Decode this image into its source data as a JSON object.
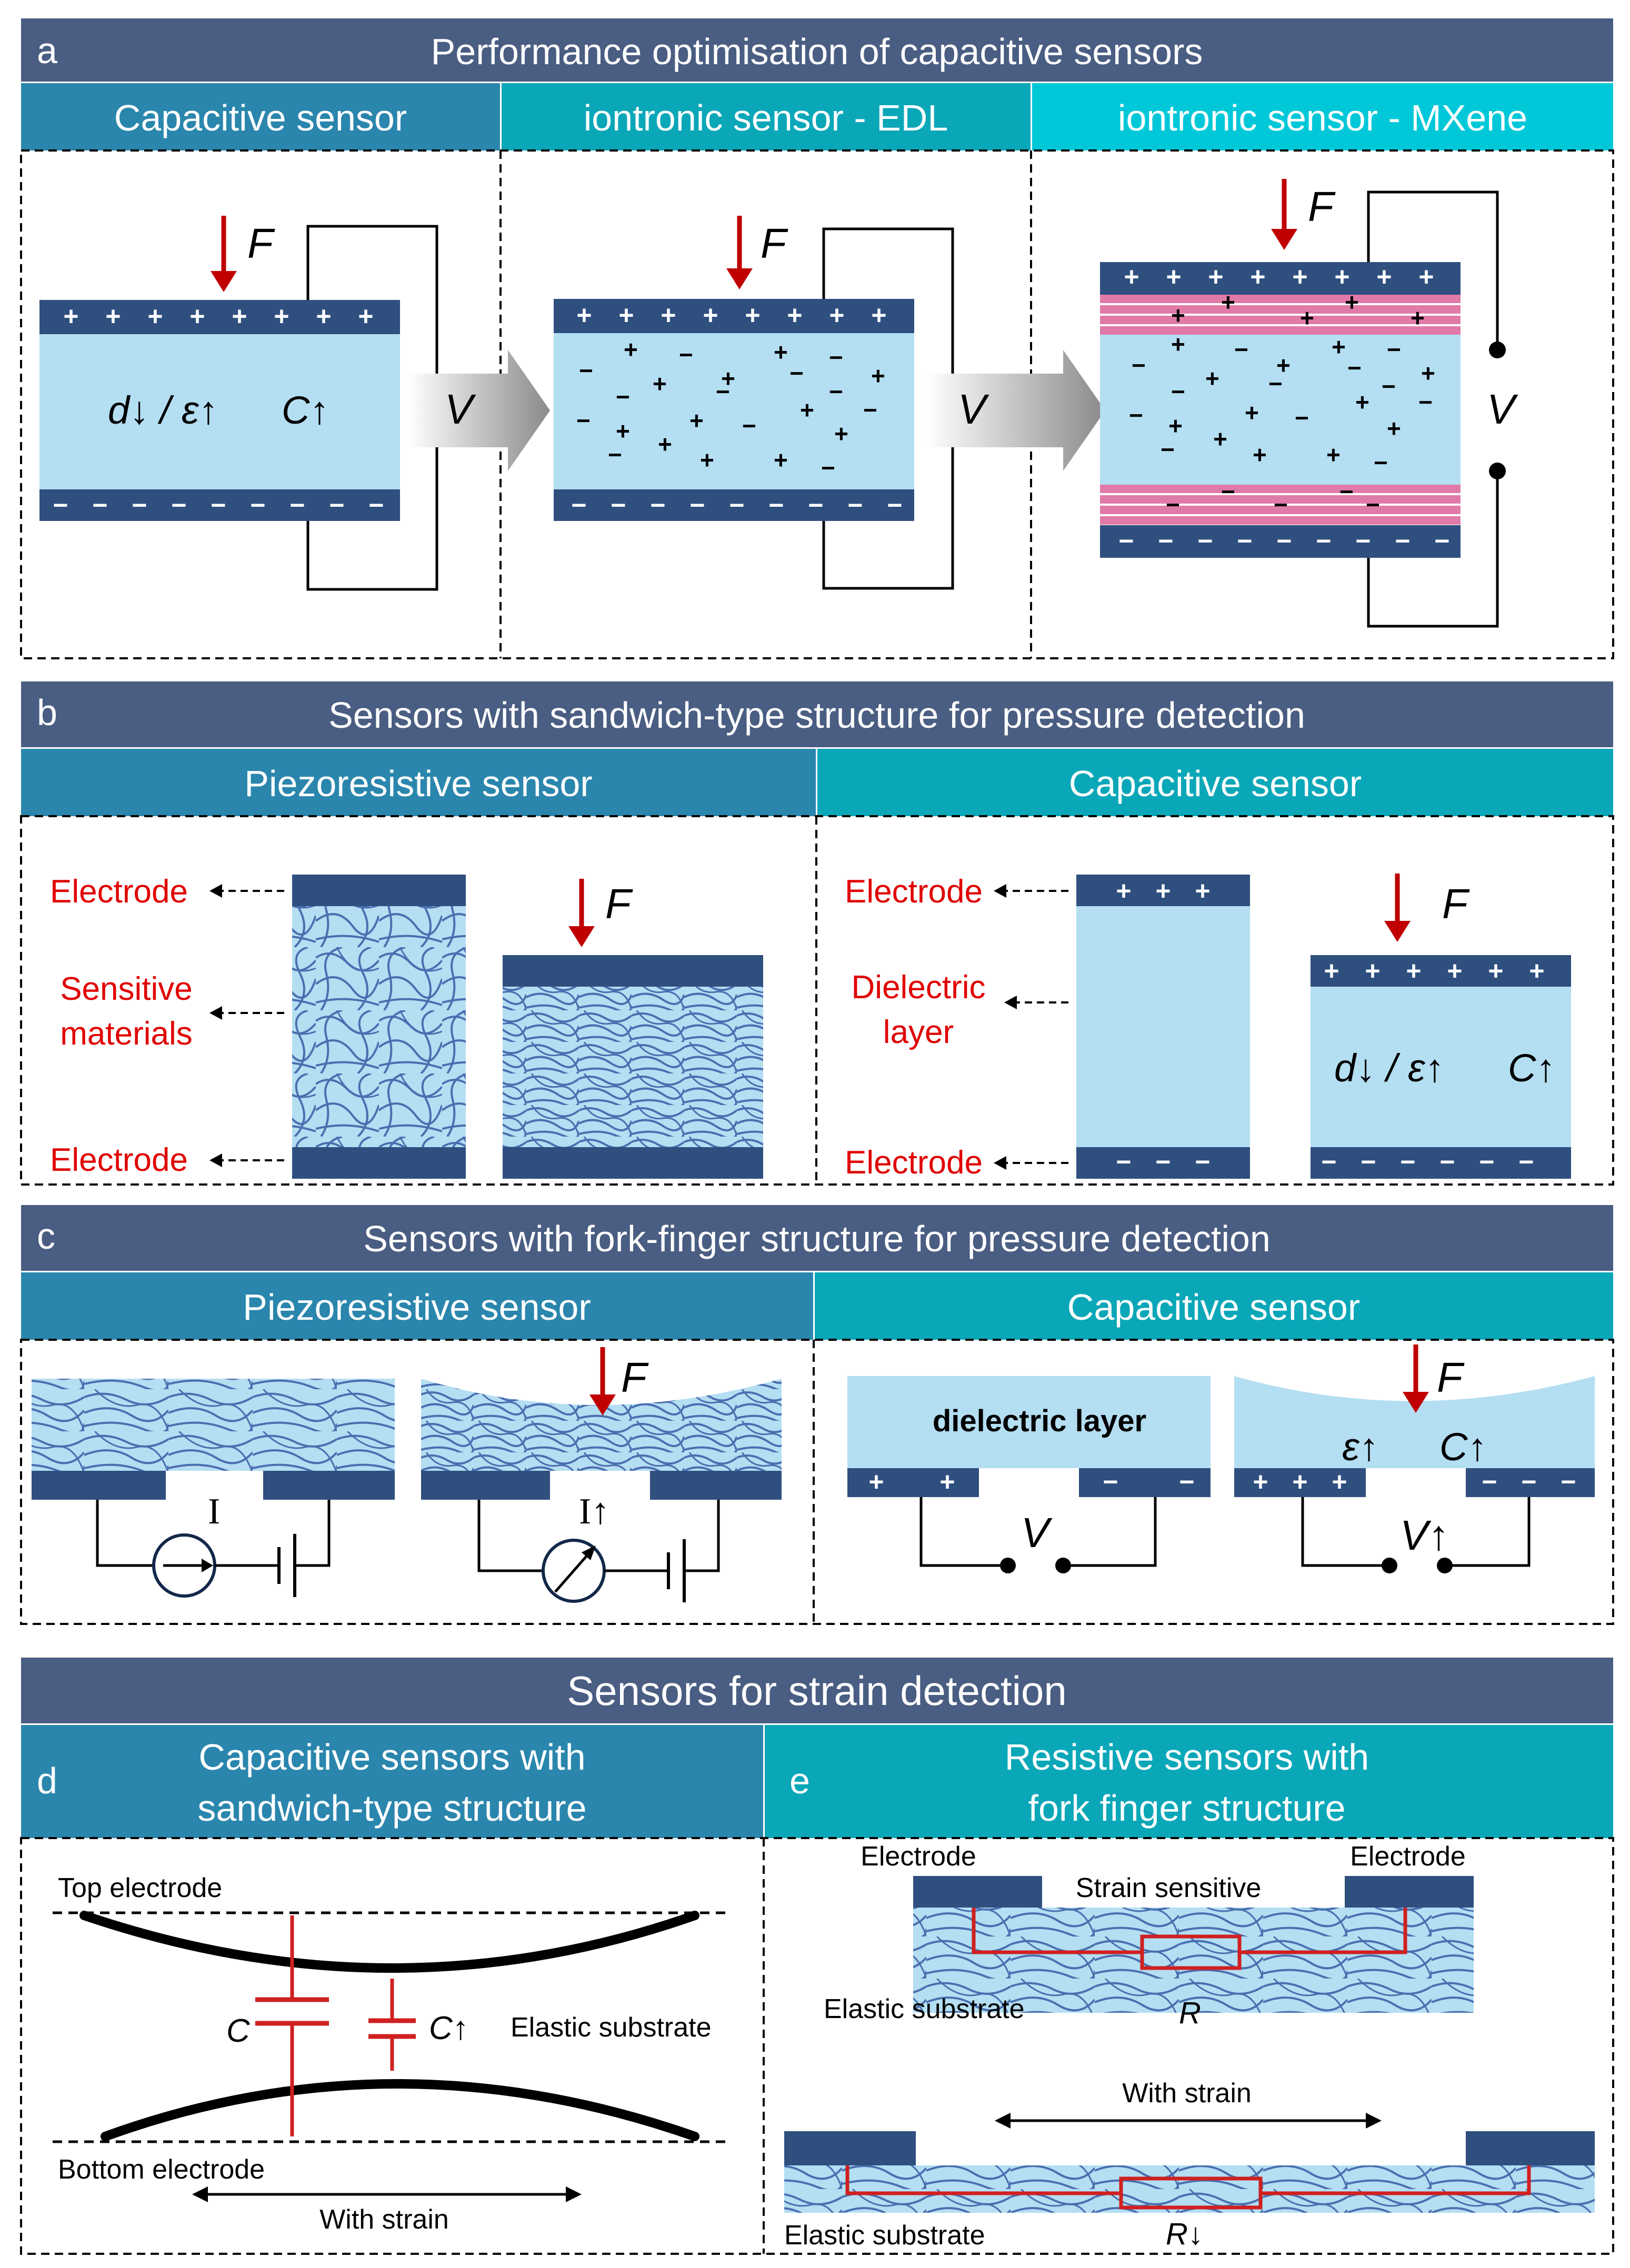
{
  "panel_a": {
    "letter": "a",
    "title": "Performance optimisation of capacitive sensors",
    "col1": "Capacitive sensor",
    "col2": "iontronic sensor - EDL",
    "col3": "iontronic sensor - MXene",
    "eq_d": "d↓ / ε↑",
    "eq_c": "C↑"
  },
  "panel_b": {
    "letter": "b",
    "title": "Sensors with sandwich-type structure for pressure detection",
    "left": "Piezoresistive sensor",
    "right": "Capacitive sensor",
    "electrode": "Electrode",
    "sensitive_1": "Sensitive",
    "sensitive_2": "materials",
    "dielectric_1": "Dielectric",
    "dielectric_2": "layer",
    "eq_d": "d↓ / ε↑",
    "eq_c": "C↑"
  },
  "panel_c": {
    "letter": "c",
    "title": "Sensors with fork-finger structure for pressure detection",
    "left": "Piezoresistive sensor",
    "right": "Capacitive sensor",
    "current": "I",
    "current_up": "I↑",
    "dielectric": "dielectric layer",
    "eps": "ε↑",
    "cap": "C↑",
    "v": "V",
    "v_up": "V↑"
  },
  "strain": {
    "title": "Sensors for strain detection",
    "d_letter": "d",
    "d_title_1": "Capacitive sensors with",
    "d_title_2": "sandwich-type structure",
    "e_letter": "e",
    "e_title_1": "Resistive sensors with",
    "e_title_2": "fork finger structure",
    "top_electrode": "Top electrode",
    "bottom_electrode": "Bottom electrode",
    "elastic": "Elastic substrate",
    "with_strain": "With strain",
    "c": "C",
    "c_up": "C↑",
    "electrode": "Electrode",
    "strain_sensitive": "Strain sensitive",
    "r": "R",
    "r_down": "R↓"
  },
  "symbols": {
    "force": "F",
    "voltage": "V",
    "plus": "+",
    "minus": "−"
  },
  "colors": {
    "header_dark": "#4a5d82",
    "header_blue": "#2a86ad",
    "header_teal": "#0aa7b8",
    "header_cyan": "#00c8d8",
    "electrode": "#2f4f7f",
    "dielectric": "#b4def2",
    "mxene_pink": "#e07aa8",
    "force_red": "#c00000",
    "circuit_red": "#d02020",
    "fiber": "#4a6fb0"
  }
}
